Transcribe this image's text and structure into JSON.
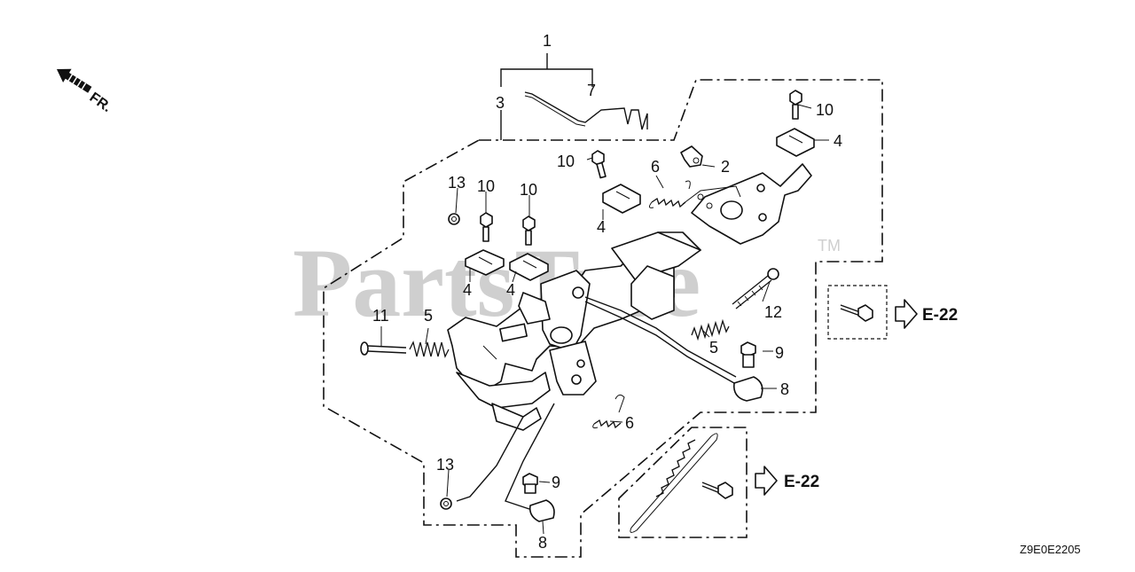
{
  "orientation": {
    "label": "FR."
  },
  "watermark": {
    "text": "PartsTree",
    "trademark": "TM"
  },
  "diagram_code": "Z9E0E2205",
  "reference_buttons": [
    {
      "label": "E-22"
    },
    {
      "label": "E-22"
    }
  ],
  "callouts": {
    "c1": "1",
    "c7": "7",
    "c3": "3",
    "c10a": "10",
    "c4a": "4",
    "c10b": "10",
    "c2": "2",
    "c6a": "6",
    "c4b": "4",
    "c13a": "13",
    "c10c": "10",
    "c10d": "10",
    "c4c": "4",
    "c4d": "4",
    "c11": "11",
    "c5a": "5",
    "c12": "12",
    "c5b": "5",
    "c9a": "9",
    "c8a": "8",
    "c6b": "6",
    "c13b": "13",
    "c9b": "9",
    "c8b": "8"
  },
  "colors": {
    "line": "#111111",
    "watermark": "#cfcfcf",
    "background": "#ffffff"
  }
}
